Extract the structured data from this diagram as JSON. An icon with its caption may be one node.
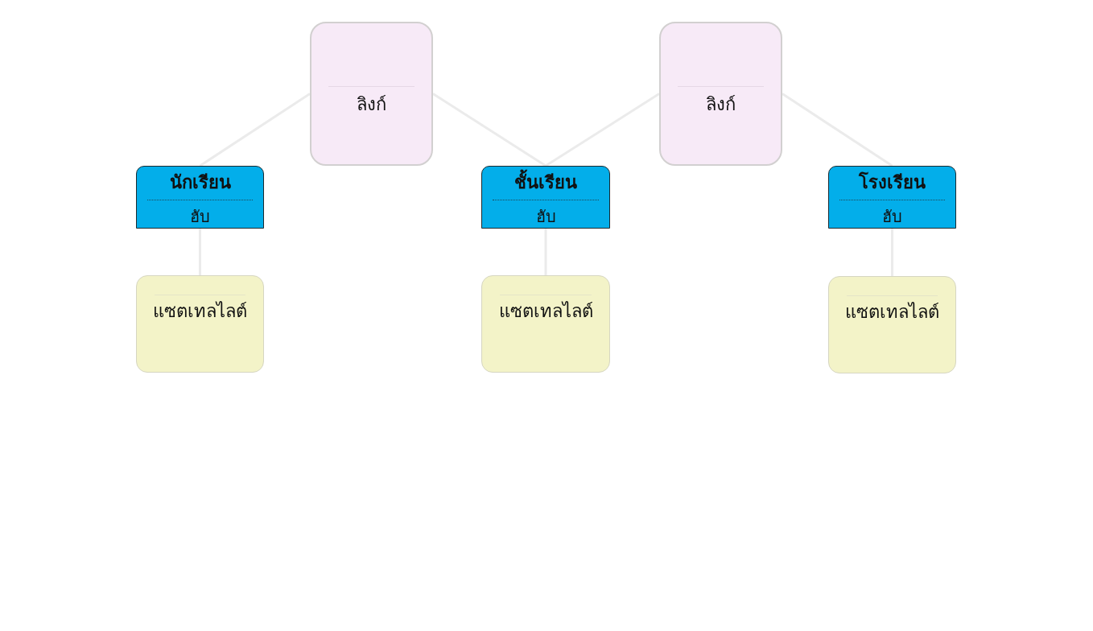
{
  "diagram": {
    "nodes": [
      {
        "text": [
          "ลิงก์"
        ]
      },
      {
        "text": [
          "ลิงก์"
        ]
      },
      {
        "text": [
          "นักเรียน",
          "ฮับ"
        ]
      },
      {
        "text": [
          "ชั้นเรียน",
          "ฮับ"
        ]
      },
      {
        "text": [
          "โรงเรียน",
          "ฮับ"
        ]
      },
      {
        "text": [
          "แซตเทลไลต์"
        ]
      },
      {
        "text": [
          "แซตเทลไลต์"
        ]
      },
      {
        "text": [
          "แซตเทลไลต์"
        ]
      }
    ],
    "edges": [
      {
        "from": 0,
        "to": 2,
        "arrow": "none"
      },
      {
        "from": 0,
        "to": 3,
        "arrow": "none"
      },
      {
        "from": 1,
        "to": 3,
        "arrow": "none"
      },
      {
        "from": 1,
        "to": 4,
        "arrow": "none"
      },
      {
        "from": 2,
        "to": 5,
        "arrow": "none"
      },
      {
        "from": 3,
        "to": 6,
        "arrow": "none"
      },
      {
        "from": 4,
        "to": 7,
        "arrow": "none"
      }
    ]
  }
}
